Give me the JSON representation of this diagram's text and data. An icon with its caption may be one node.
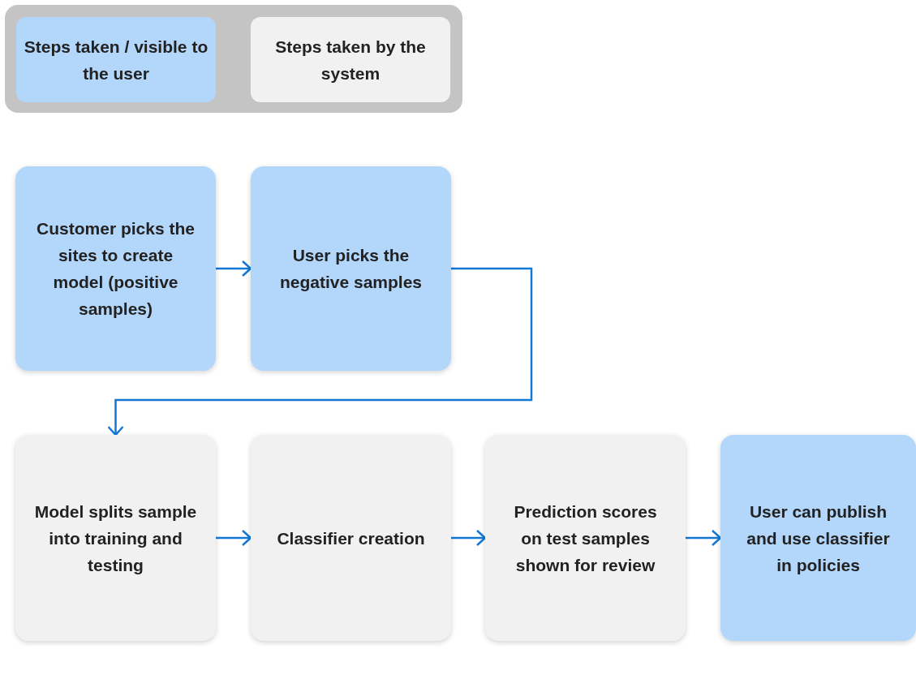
{
  "diagram": {
    "nodes": [
      {
        "text": [
          "Customer picks the sites to create model (positive samples)"
        ]
      },
      {
        "text": [
          "User picks the negative samples"
        ]
      },
      {
        "text": [
          "Model splits sample into training and testing"
        ]
      },
      {
        "text": [
          "Classifier creation"
        ]
      },
      {
        "text": [
          "Prediction scores on test samples shown for review"
        ]
      },
      {
        "text": [
          "User can publish and use classifier in policies"
        ]
      }
    ],
    "edges": [
      {
        "from": 0,
        "to": 1,
        "arrow": "to"
      },
      {
        "from": 1,
        "to": 2,
        "arrow": "to"
      },
      {
        "from": 2,
        "to": 3,
        "arrow": "to"
      },
      {
        "from": 3,
        "to": 4,
        "arrow": "to"
      },
      {
        "from": 4,
        "to": 5,
        "arrow": "to"
      }
    ],
    "legend": [
      {
        "text": "Steps taken / visible to the user",
        "color": "#b3d6fb"
      },
      {
        "text": "Steps taken by the system",
        "color": "#f1f1f1"
      }
    ]
  }
}
